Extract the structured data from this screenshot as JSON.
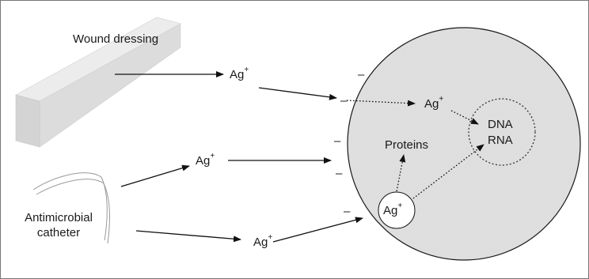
{
  "labels": {
    "wound_dressing": "Wound dressing",
    "antimicrobial_catheter_line1": "Antimicrobial",
    "antimicrobial_catheter_line2": "catheter",
    "proteins": "Proteins",
    "dna": "DNA",
    "rna": "RNA"
  },
  "ion": {
    "symbol": "Ag",
    "charge": "+"
  },
  "membrane_charge": "–",
  "colors": {
    "cell_fill": "#dedede",
    "cell_stroke": "#1a1a1a",
    "nucleus_stroke": "#333333",
    "arrow": "#111111",
    "dressing_face": "#d6d6d6",
    "dressing_top": "#ececec",
    "catheter": "#999999"
  }
}
